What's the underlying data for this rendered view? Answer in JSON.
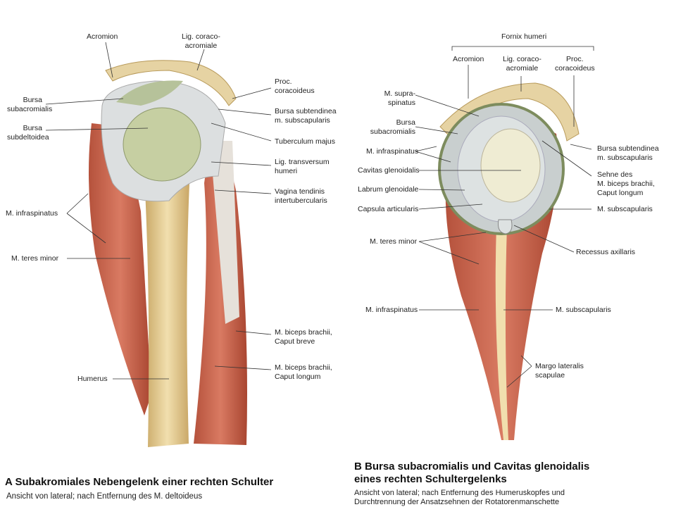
{
  "figure_a": {
    "title": "A Subakromiales Nebengelenk einer rechten Schulter",
    "subtitle": "Ansicht von lateral; nach Entfernung des M. deltoideus",
    "labels": {
      "acromion": "Acromion",
      "lig_coraco": "Lig. coraco-\nacromiale",
      "proc_coracoideus": "Proc.\ncoracoideus",
      "bursa_subacromialis": "Bursa\nsubacromialis",
      "bursa_subtendinea": "Bursa subtendinea\nm. subscapularis",
      "bursa_subdeltoidea": "Bursa\nsubdeltoidea",
      "tuberculum_majus": "Tuberculum majus",
      "lig_transversum": "Lig. transversum\nhumeri",
      "vagina_tendinis": "Vagina tendinis\nintertubercularis",
      "m_infraspinatus": "M. infraspinatus",
      "m_teres_minor": "M. teres minor",
      "biceps_breve": "M. biceps brachii,\nCaput breve",
      "humerus": "Humerus",
      "biceps_longum": "M. biceps brachii,\nCaput longum"
    }
  },
  "figure_b": {
    "title": "B Bursa subacromialis und Cavitas glenoidalis\neines rechten Schultergelenks",
    "subtitle": "Ansicht von lateral; nach Entfernung des Humeruskopfes und\nDurchtrennung der Ansatzsehnen der Rotatorenmanschette",
    "labels": {
      "fornix_humeri": "Fornix humeri",
      "acromion": "Acromion",
      "lig_coraco": "Lig. coraco-\nacromiale",
      "proc_coracoideus": "Proc.\ncoracoideus",
      "m_supraspinatus": "M. supra-\nspinatus",
      "bursa_subacromialis": "Bursa\nsubacromialis",
      "m_infraspinatus_top": "M. infraspinatus",
      "bursa_subtendinea": "Bursa subtendinea\nm. subscapularis",
      "cavitas_glenoidalis": "Cavitas glenoidalis",
      "sehne_biceps": "Sehne des\nM. biceps brachii,\nCaput longum",
      "labrum_glenoidale": "Labrum glenoidale",
      "capsula_articularis": "Capsula articularis",
      "m_subscapularis_top": "M. subscapularis",
      "m_teres_minor": "M. teres minor",
      "recessus_axillaris": "Recessus axillaris",
      "m_infraspinatus_bottom": "M. infraspinatus",
      "m_subscapularis_bottom": "M. subscapularis",
      "margo_lateralis": "Margo lateralis\nscapulae"
    }
  }
}
